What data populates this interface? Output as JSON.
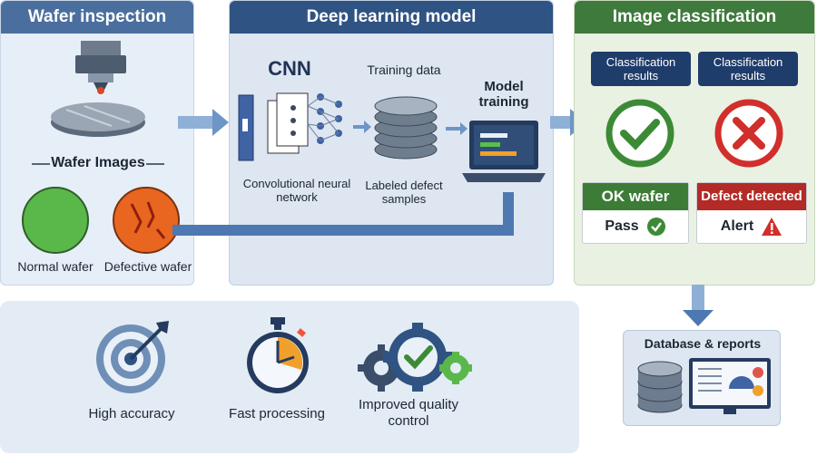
{
  "wafer_panel": {
    "title": "Wafer inspection",
    "images_heading": "Wafer Images",
    "normal_label": "Normal wafer",
    "defective_label": "Defective wafer"
  },
  "model_panel": {
    "title": "Deep learning model",
    "cnn_label": "CNN",
    "cnn_caption": "Convolutional neural network",
    "training_data_label": "Training data",
    "samples_caption": "Labeled defect samples",
    "model_training_label": "Model training"
  },
  "classification_panel": {
    "title": "Image classification",
    "results_label_left": "Classification results",
    "results_label_right": "Classification results",
    "ok_title": "OK wafer",
    "ok_status": "Pass",
    "defect_title": "Defect detected",
    "defect_status": "Alert"
  },
  "database": {
    "title": "Database & reports"
  },
  "benefits": [
    {
      "label": "High accuracy",
      "icon": "target-icon"
    },
    {
      "label": "Fast processing",
      "icon": "stopwatch-icon"
    },
    {
      "label": "Improved quality control",
      "icon": "gears-check-icon"
    }
  ],
  "colors": {
    "navy": "#1f3d6b",
    "green": "#3f8f3a",
    "red": "#c9302c",
    "panel_blue": "#e9f0f8",
    "panel_green": "#eaf2e4"
  }
}
